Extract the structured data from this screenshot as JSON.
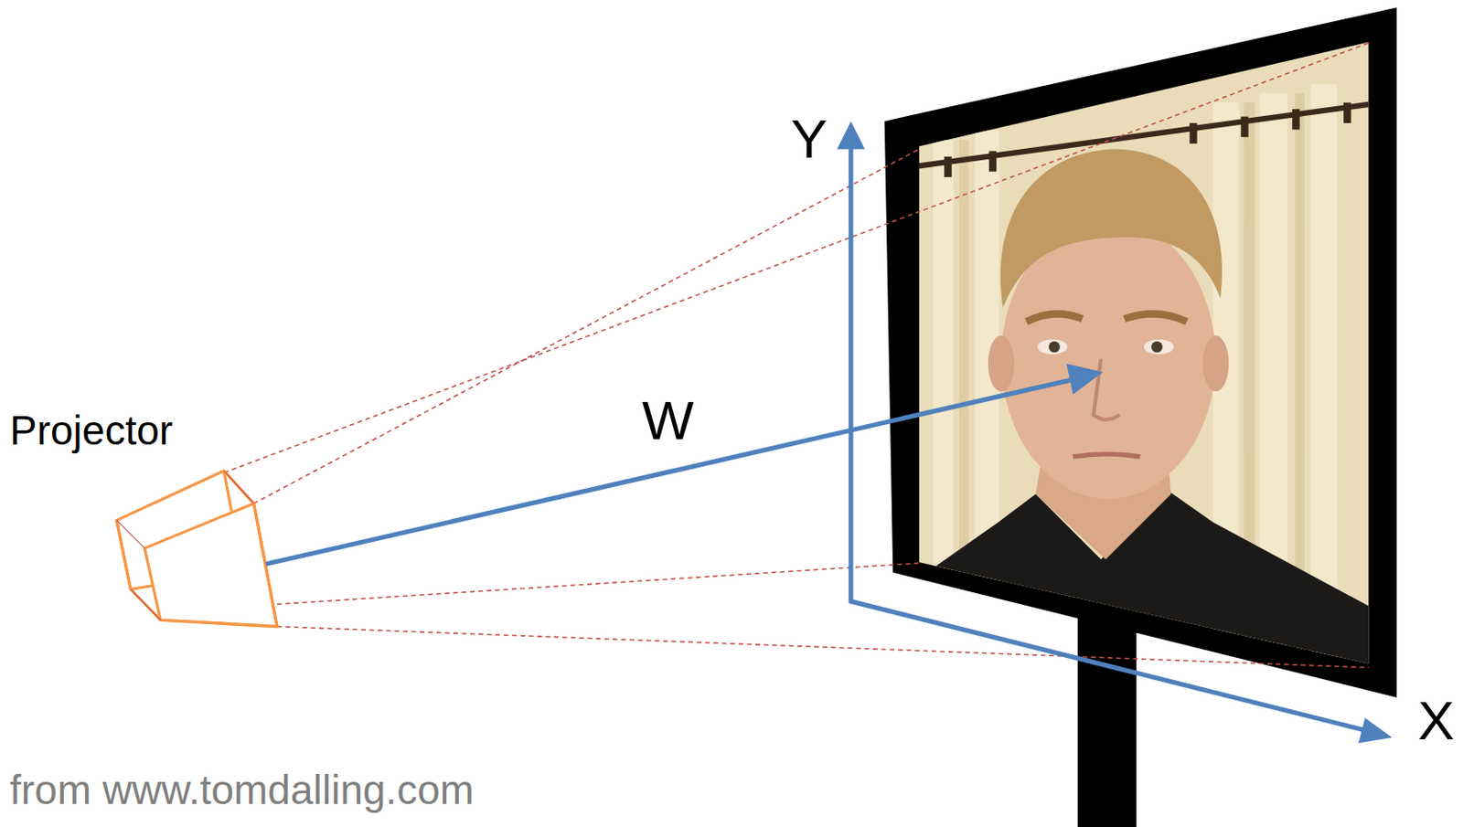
{
  "diagram": {
    "labels": [
      "Projector",
      "W",
      "Y",
      "X",
      "from www.tomdalling.com"
    ]
  }
}
